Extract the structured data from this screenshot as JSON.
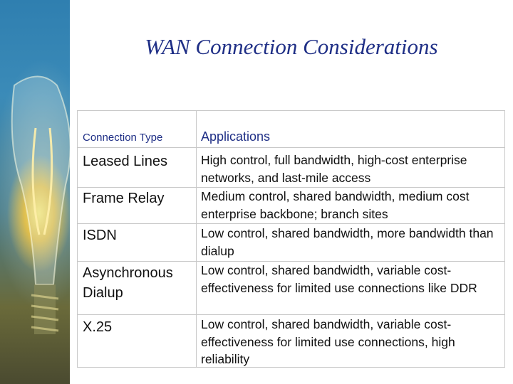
{
  "slide": {
    "title": "WAN Connection Considerations"
  },
  "table": {
    "headers": {
      "connection_type": "Connection Type",
      "applications": "Applications"
    },
    "rows": [
      {
        "type": "Leased Lines",
        "applications": "High control, full bandwidth, high-cost enterprise networks, and last-mile access"
      },
      {
        "type": "Frame Relay",
        "applications": "Medium control, shared bandwidth, medium cost enterprise backbone; branch sites"
      },
      {
        "type": "ISDN",
        "applications": "Low control, shared bandwidth, more bandwidth than dialup"
      },
      {
        "type": "Asynchronous Dialup",
        "applications": "Low control, shared bandwidth, variable cost-effectiveness for limited use connections like DDR"
      },
      {
        "type": "X.25",
        "applications": "Low control, shared bandwidth, variable cost-effectiveness for limited use connections, high reliability"
      }
    ]
  }
}
